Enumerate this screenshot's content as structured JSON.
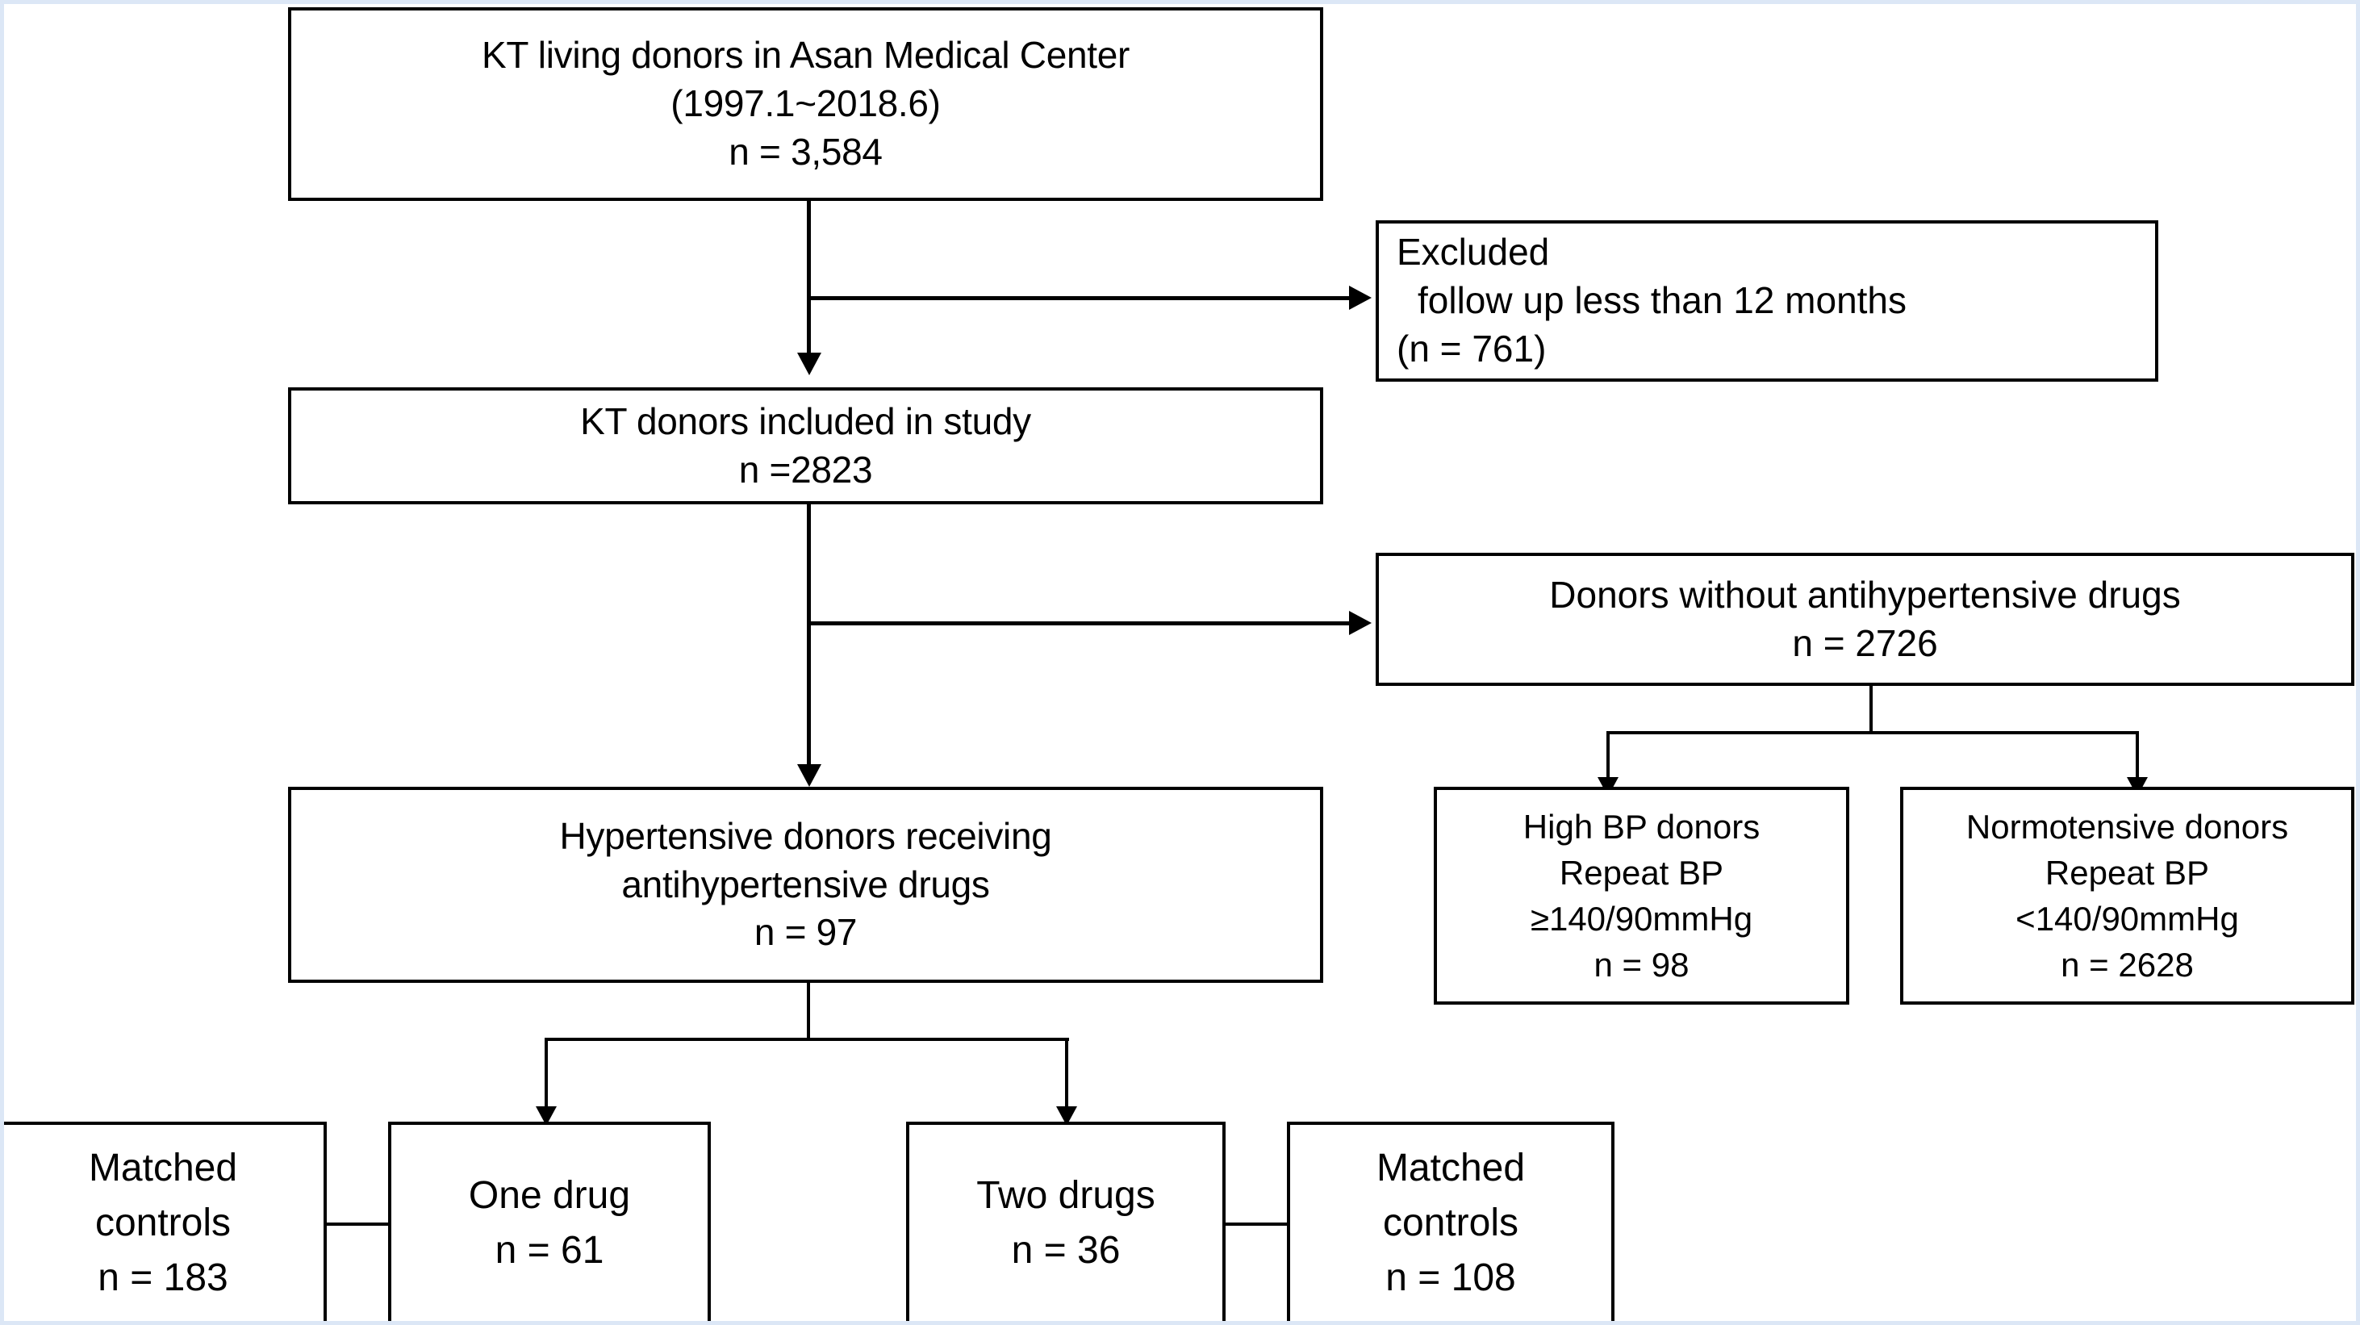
{
  "diagram": {
    "title": "KT living donor study flow diagram",
    "type": "flowchart",
    "accent_color": "#000000",
    "frame_color": "#dce7f6",
    "background": "#ffffff"
  },
  "nodes": {
    "source_cohort": {
      "line1": "KT living donors in Asan Medical Center",
      "line2": "(1997.1~2018.6)",
      "line3": "n = 3,584",
      "n": 3584
    },
    "excluded": {
      "line1": "Excluded",
      "line2": "follow up less than 12 months",
      "line3": "(n = 761)",
      "n": 761
    },
    "included": {
      "line1": "KT donors included in study",
      "line2": "n =2823",
      "n": 2823
    },
    "no_drugs": {
      "line1": "Donors without antihypertensive drugs",
      "line2": "n = 2726",
      "n": 2726
    },
    "hypertensive": {
      "line1": "Hypertensive donors receiving",
      "line2": "antihypertensive drugs",
      "line3": "n = 97",
      "n": 97
    },
    "high_bp": {
      "line1": "High BP donors",
      "line2": "Repeat BP",
      "line3": "≥140/90mmHg",
      "line4": "n = 98",
      "n": 98
    },
    "normotensive": {
      "line1": "Normotensive donors",
      "line2": "Repeat BP",
      "line3": "<140/90mmHg",
      "line4": "n = 2628",
      "n": 2628
    },
    "matched_controls_one": {
      "line1": "Matched",
      "line2": "controls",
      "line3": "n = 183",
      "n": 183
    },
    "one_drug": {
      "line1": "One drug",
      "line2": "n = 61",
      "n": 61
    },
    "two_drugs": {
      "line1": "Two drugs",
      "line2": "n = 36",
      "n": 36
    },
    "matched_controls_two": {
      "line1": "Matched",
      "line2": "controls",
      "line3": "n = 108",
      "n": 108
    }
  }
}
